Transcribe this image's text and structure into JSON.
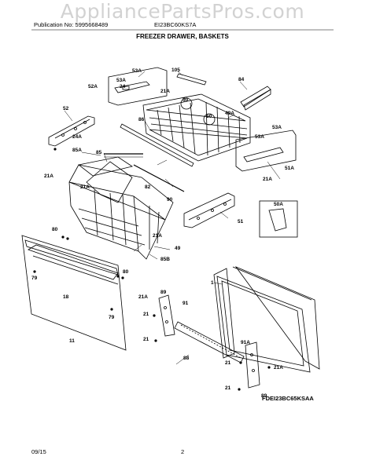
{
  "watermark": "AppliancePartsPros.com",
  "header": {
    "publication": "Publication No: 5995668489",
    "model": "EI23BC60KS7A",
    "title": "FREEZER DRAWER, BASKETS"
  },
  "diagram_code": "FDEI23BC65KSAA",
  "footer": {
    "date": "09/15",
    "page": "2"
  },
  "callouts": [
    "105",
    "84",
    "53A",
    "52A",
    "24",
    "53A",
    "21A",
    "50",
    "86",
    "50",
    "49A",
    "52",
    "24A",
    "53A",
    "53A",
    "85A",
    "85",
    "82",
    "51A",
    "21A",
    "21A",
    "21A",
    "90",
    "50A",
    "51",
    "80",
    "21A",
    "49",
    "85B",
    "79",
    "80",
    "1",
    "18",
    "79",
    "21A",
    "89",
    "91",
    "21",
    "11",
    "21",
    "88",
    "91A",
    "21",
    "21A",
    "21",
    "89"
  ]
}
